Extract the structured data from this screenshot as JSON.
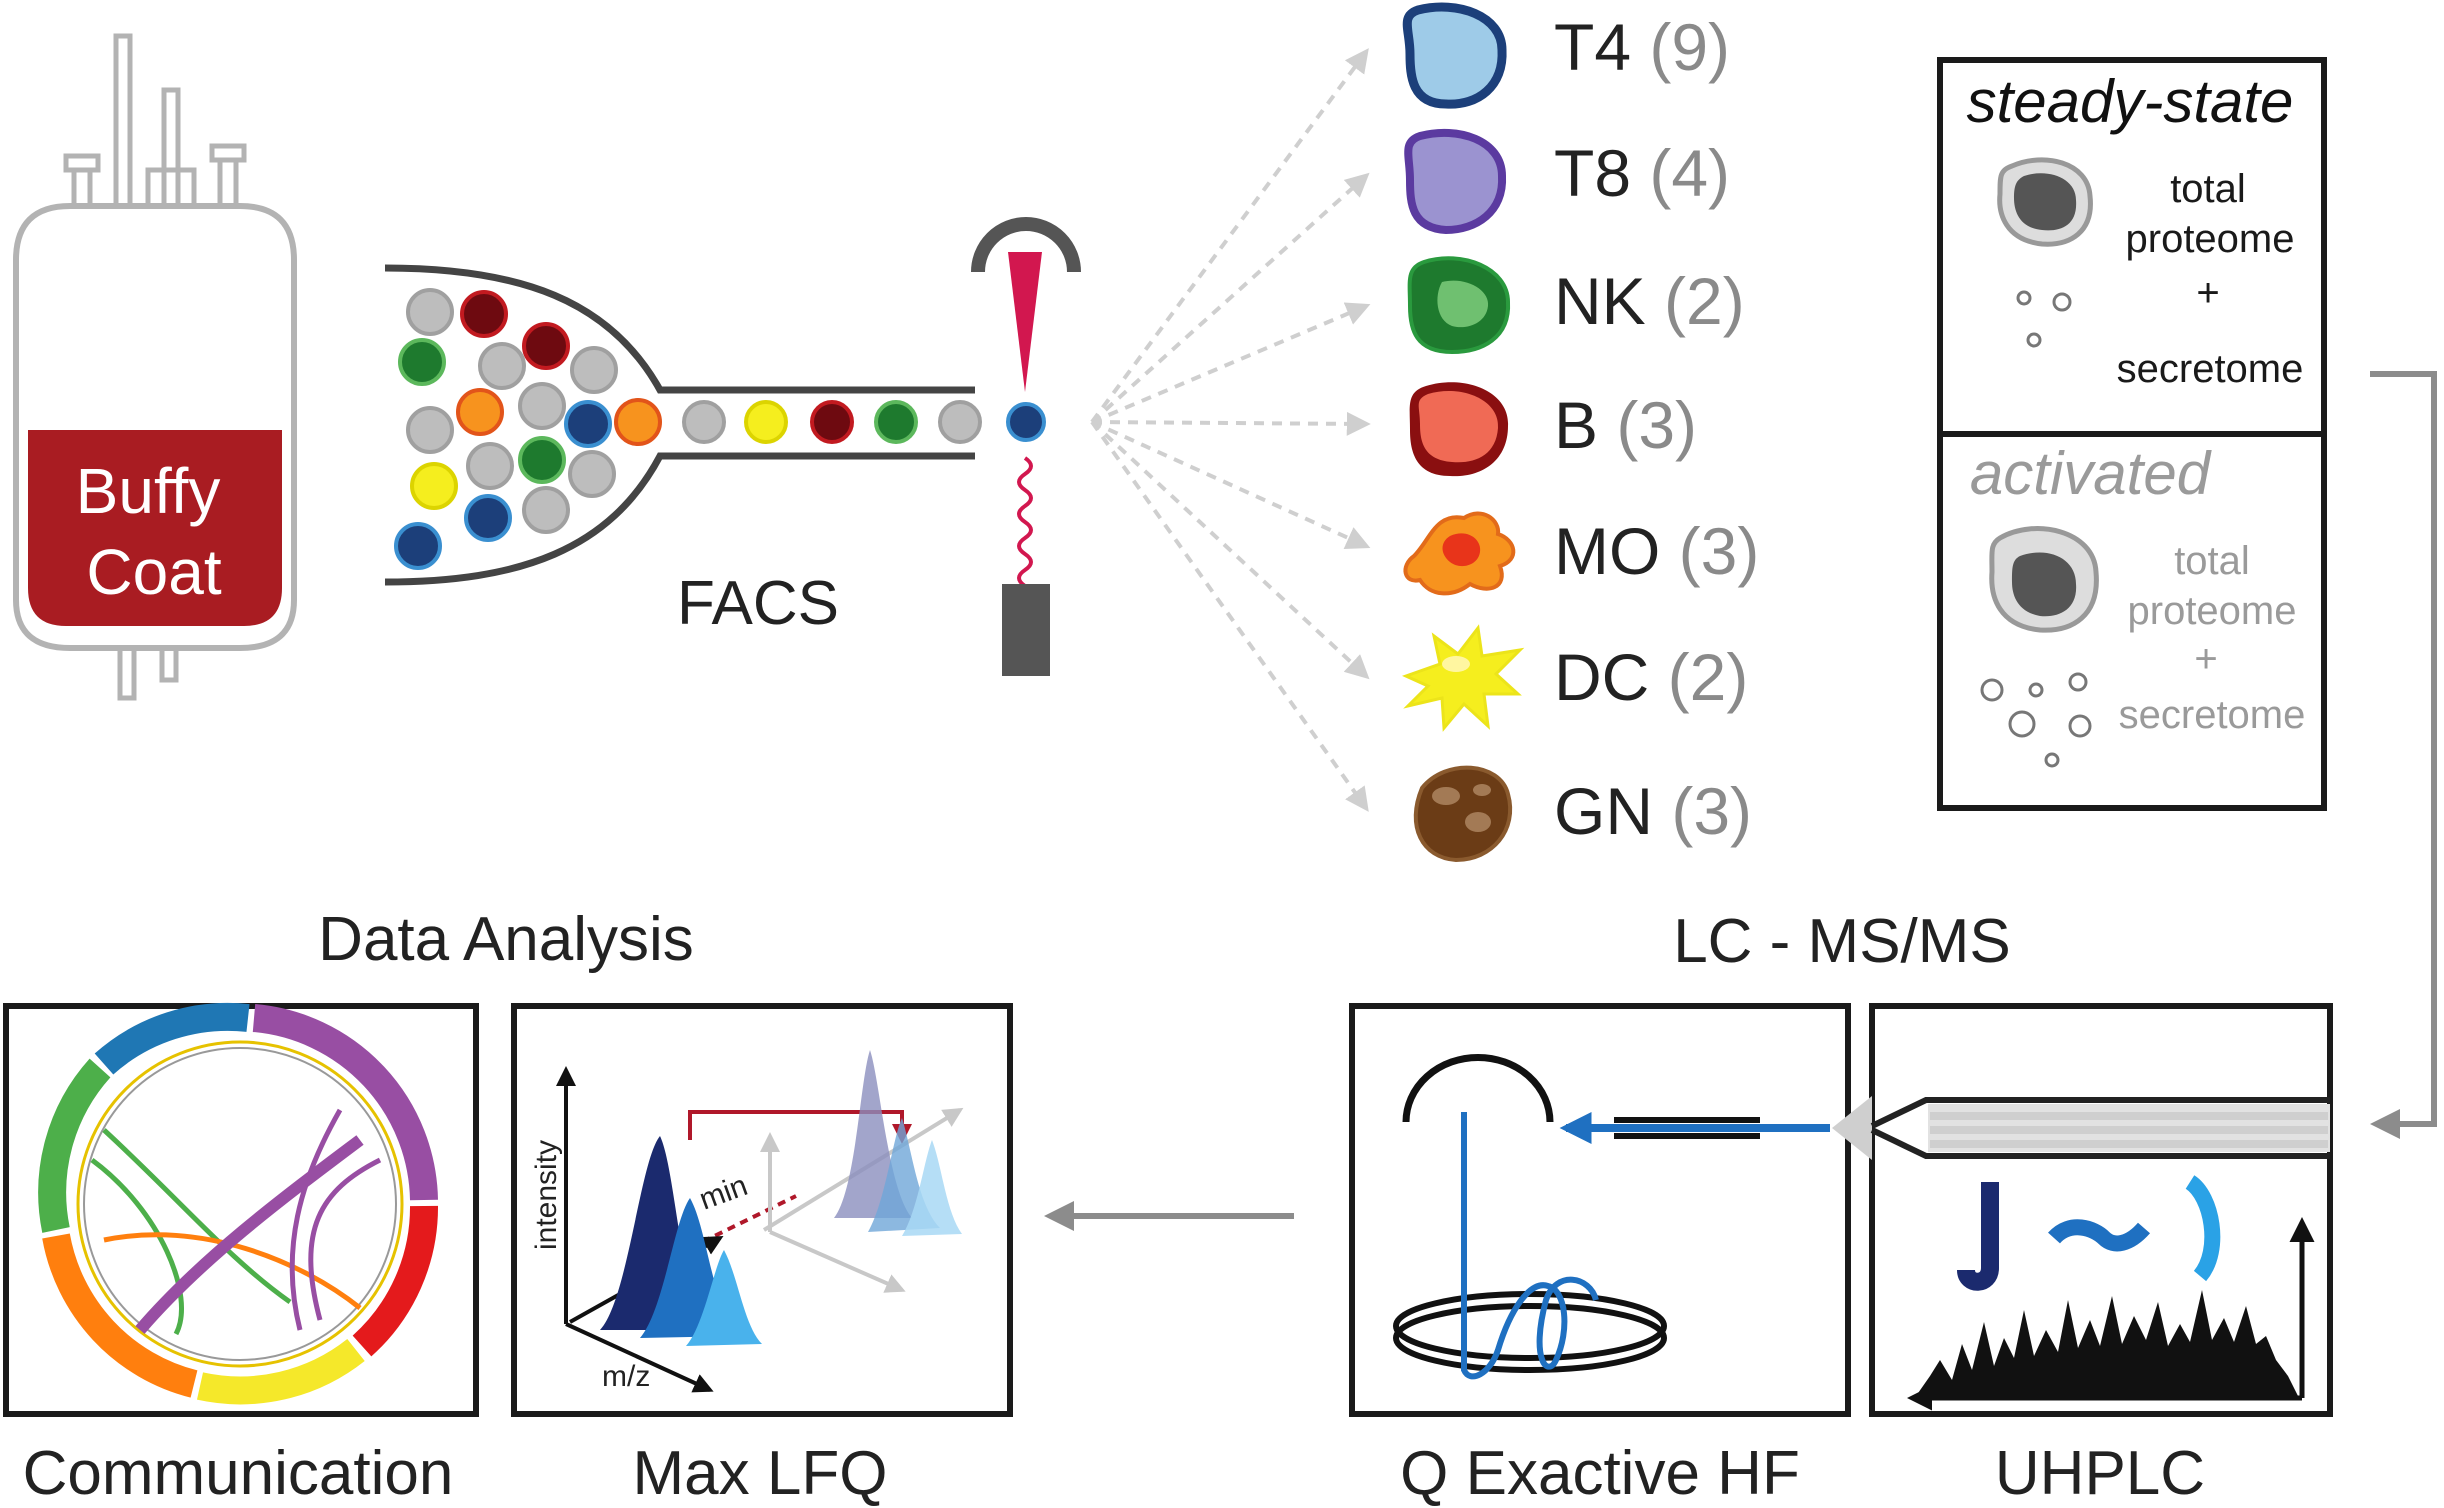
{
  "buffy_coat": {
    "line1": "Buffy",
    "line2": "Coat"
  },
  "facs": {
    "label": "FACS"
  },
  "cell_types": [
    {
      "name": "T4",
      "count": "(9)",
      "fill": "#9ecbe8",
      "stroke": "#1c3f7a"
    },
    {
      "name": "T8",
      "count": "(4)",
      "fill": "#9b93d0",
      "stroke": "#5b3aa0"
    },
    {
      "name": "NK",
      "count": "(2)",
      "fill": "#6fc070",
      "stroke": "#1e7a2e"
    },
    {
      "name": "B",
      "count": "(3)",
      "fill": "#f06a55",
      "stroke": "#8a0f10"
    },
    {
      "name": "MO",
      "count": "(3)",
      "fill": "#f7931e",
      "stroke": "#e2541a"
    },
    {
      "name": "DC",
      "count": "(2)",
      "fill": "#f5ee1e",
      "stroke": "#e8e100"
    },
    {
      "name": "GN",
      "count": "(3)",
      "fill": "#6b3c16",
      "stroke": "#8a5a2e"
    }
  ],
  "conditions": {
    "steady": {
      "title": "steady-state",
      "l1": "total",
      "l2": "proteome",
      "plus": "+",
      "l3": "secretome"
    },
    "activated": {
      "title": "activated",
      "l1": "total",
      "l2": "proteome",
      "plus": "+",
      "l3": "secretome"
    }
  },
  "data_analysis": {
    "title": "Data Analysis",
    "communication": "Communication",
    "maxlfq": "Max LFQ",
    "axis_intensity": "intensity",
    "axis_mz": "m/z",
    "axis_min": "min"
  },
  "lcms": {
    "title": "LC - MS/MS",
    "qexactive": "Q Exactive HF",
    "uhplc": "UHPLC"
  },
  "colors": {
    "buffy_red": "#a91c22",
    "arrow_gray": "#8c8c8c",
    "box_border": "#1a1a1a"
  }
}
